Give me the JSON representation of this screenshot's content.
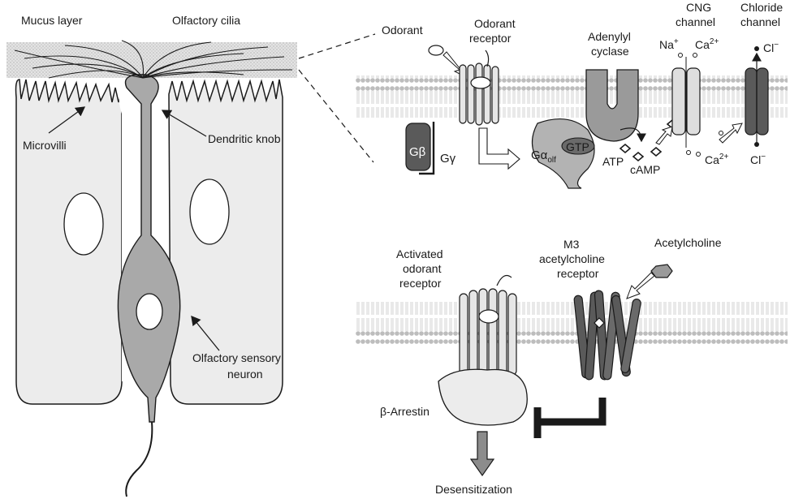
{
  "labels": {
    "mucus_layer": "Mucus layer",
    "olfactory_cilia": "Olfactory cilia",
    "microvilli": "Microvilli",
    "dendritic_knob": "Dendritic knob",
    "osn_line1": "Olfactory sensory",
    "osn_line2": "neuron",
    "odorant": "Odorant",
    "odorant_receptor_line1": "Odorant",
    "odorant_receptor_line2": "receptor",
    "adenylyl_line1": "Adenylyl",
    "adenylyl_line2": "cyclase",
    "cng_line1": "CNG",
    "cng_line2": "channel",
    "chloride_line1": "Chloride",
    "chloride_line2": "channel",
    "na_ion": "Na",
    "na_sup": "+",
    "ca_ion_top": "Ca",
    "ca_sup_top": "2+",
    "cl_ion_top": "Cl",
    "cl_sup_top": "−",
    "g_beta": "Gβ",
    "g_gamma": "Gγ",
    "g_alpha": "Gα",
    "g_alpha_sub": "olf",
    "gtp": "GTP",
    "atp": "ATP",
    "camp": "cAMP",
    "ca_ion_bottom": "Ca",
    "ca_sup_bottom": "2+",
    "cl_ion_bottom": "Cl",
    "cl_sup_bottom": "−",
    "activated_line1": "Activated",
    "activated_line2": "odorant",
    "activated_line3": "receptor",
    "m3_line1": "M3",
    "m3_line2": "acetylcholine",
    "m3_line3": "receptor",
    "acetylcholine": "Acetylcholine",
    "beta_arrestin": "β-Arrestin",
    "desensitization": "Desensitization"
  },
  "colors": {
    "cell_fill": "#ececec",
    "neuron_fill": "#a9a9a9",
    "membrane": "#bdbdbd",
    "dark_protein": "#5a5a5a",
    "mid_protein": "#9a9a9a",
    "light_protein": "#dedede"
  }
}
